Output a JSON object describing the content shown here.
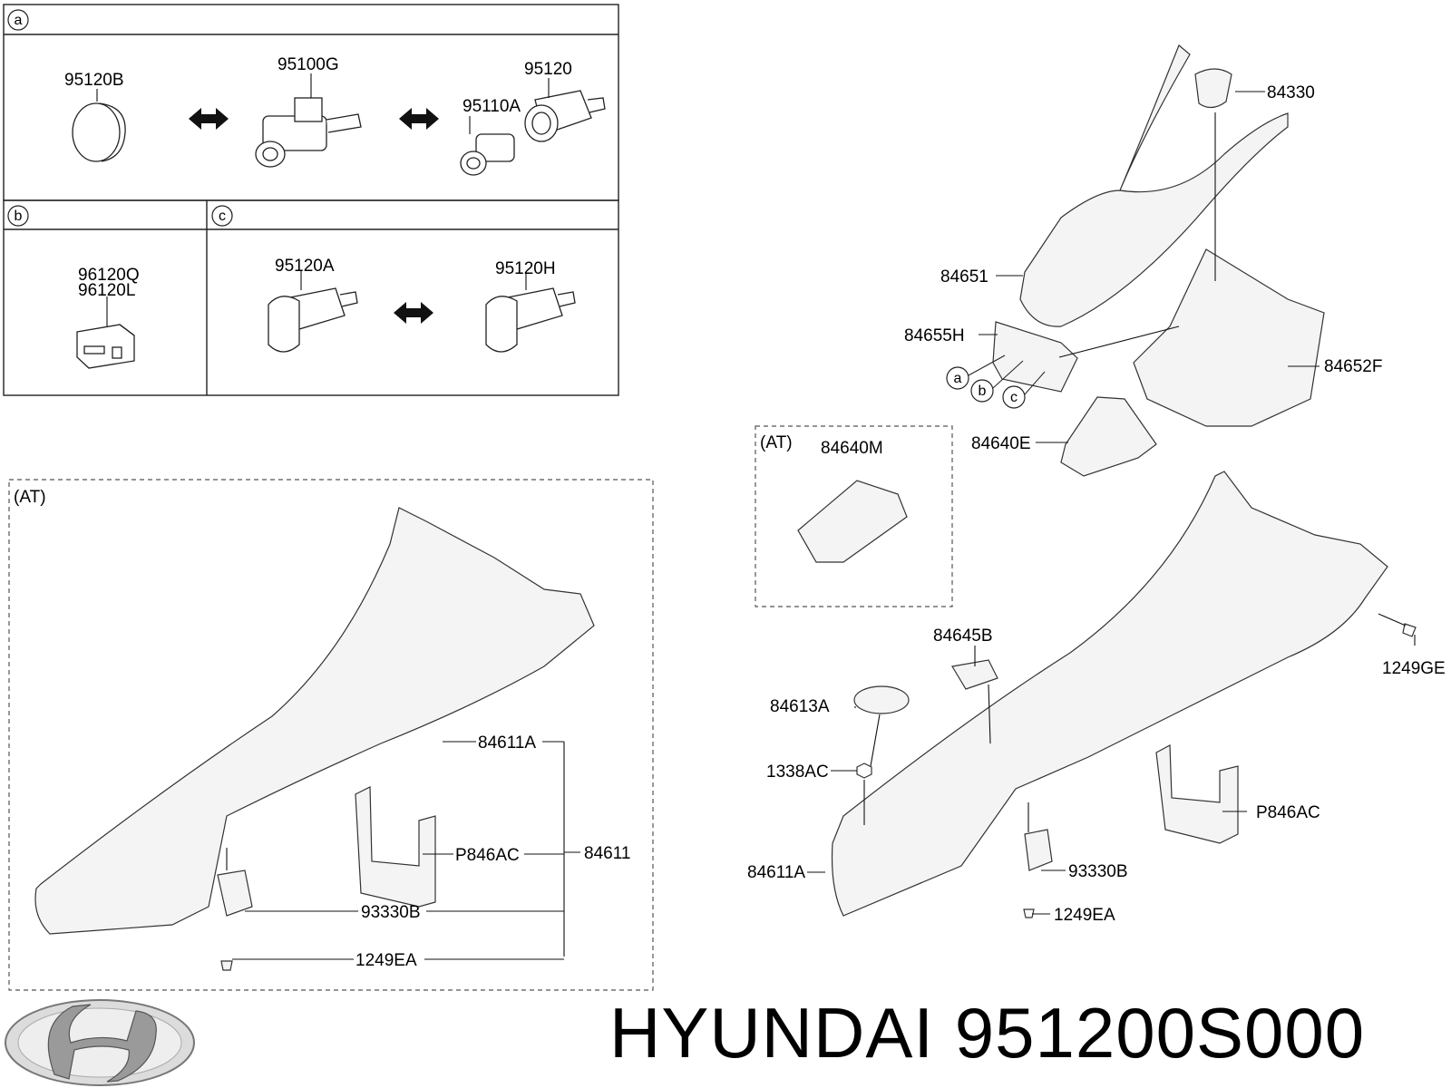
{
  "boxes": {
    "a_marker": "a",
    "b_marker": "b",
    "c_marker": "c",
    "at_left": "(AT)",
    "at_mid": "(AT)"
  },
  "parts": {
    "p95120B": "95120B",
    "p95100G": "95100G",
    "p95120": "95120",
    "p95110A": "95110A",
    "p96120Q": "96120Q",
    "p96120L": "96120L",
    "p95120A": "95120A",
    "p95120H": "95120H",
    "p84330": "84330",
    "p84651": "84651",
    "p84655H": "84655H",
    "p84652F": "84652F",
    "p84640M": "84640M",
    "p84640E": "84640E",
    "p84645B": "84645B",
    "p1249GE": "1249GE",
    "p84613A": "84613A",
    "p1338AC": "1338AC",
    "p84611A_right": "84611A",
    "pP846AC_right": "P846AC",
    "p93330B_right": "93330B",
    "p1249EA_right": "1249EA",
    "p84611A_left": "84611A",
    "p84611_left": "84611",
    "pP846AC_left": "P846AC",
    "p93330B_left": "93330B",
    "p1249EA_left": "1249EA"
  },
  "callouts": {
    "a": "a",
    "b": "b",
    "c": "c"
  },
  "footer": {
    "brand": "HYUNDAI",
    "part_number": "951200S000"
  }
}
